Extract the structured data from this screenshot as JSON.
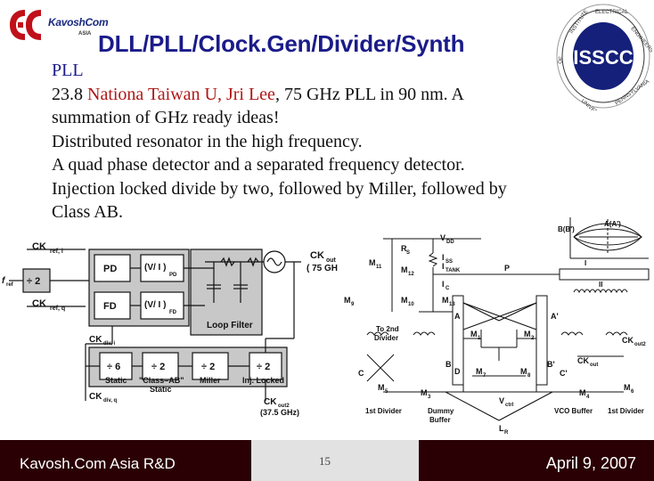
{
  "logo": {
    "name": "KavoshCom",
    "sub": "ASIA"
  },
  "title": "DLL/PLL/Clock.Gen/Divider/Synth",
  "seal": {
    "name": "ISSCC"
  },
  "body": {
    "heading": "PLL",
    "line1_ref": "23.8",
    "line1_hl": "Nationa Taiwan U, Jri Lee",
    "line1_rest": ", 75 GHz PLL in 90 nm. A",
    "line2": "summation of GHz ready ideas!",
    "line3": "Distributed resonator in the high frequency.",
    "line4": "A quad phase detector and a separated frequency detector.",
    "line5": "Injection locked divide by two, followed by Miller, followed by",
    "line6": "Class AB."
  },
  "diagram": {
    "ck_ref_i": "CK",
    "ck_ref_i_sub": "ref, i",
    "ck_ref_q": "CK",
    "ck_ref_q_sub": "ref, q",
    "f_ref": "f",
    "f_ref_sub": "ref",
    "div2_in": "÷ 2",
    "pd": "PD",
    "fd": "FD",
    "vi_pd": "(V/ I )",
    "vi_pd_sub": "PD",
    "vi_fd": "(V/ I )",
    "vi_fd_sub": "FD",
    "loop_filter": "Loop Filter",
    "ck_out": "CK",
    "ck_out_sub": "out",
    "ck_out_freq": "( 75 GH",
    "ck_div_i": "CK",
    "ck_div_i_sub": "div, i",
    "ck_div_q": "CK",
    "ck_div_q_sub": "div, q",
    "div6": "÷ 6",
    "div2_a": "÷ 2",
    "div2_b": "÷ 2",
    "div2_c": "÷ 2",
    "static": "Static",
    "class_ab": "\"Class–AB\"",
    "class_ab_static": "Static",
    "miller": "Miller",
    "inj_locked": "Inj. Locked",
    "ck_out2": "CK",
    "ck_out2_sub": "out2",
    "ck_out2_freq": "(37.5 GHz)",
    "vdd": "V",
    "vdd_sub": "DD",
    "r_s": "R",
    "r_s_sub": "S",
    "m11": "M",
    "m11_sub": "11",
    "m12": "M",
    "m12_sub": "12",
    "m9": "M",
    "m9_sub": "9",
    "m10": "M",
    "m10_sub": "10",
    "m13": "M",
    "m13_sub": "13",
    "i_ss": "I",
    "i_ss_sub": "SS",
    "i_tank": "I",
    "i_tank_sub": "TANK",
    "i_c": "I",
    "i_c_sub": "C",
    "p": "P",
    "a": "A",
    "a_prime": "A'",
    "b": "B",
    "b_prime": "B'",
    "c": "C",
    "c_prime": "C'",
    "d": "D",
    "to_2nd": "To 2nd",
    "divider": "Divider",
    "m1": "M",
    "m1_sub": "1",
    "m2": "M",
    "m2_sub": "2",
    "m7": "M",
    "m7_sub": "7",
    "m8": "M",
    "m8_sub": "8",
    "m3": "M",
    "m3_sub": "3",
    "m4": "M",
    "m4_sub": "4",
    "m5": "M",
    "m5_sub": "5",
    "m6": "M",
    "m6_sub": "6",
    "ck_out_r": "CK",
    "ck_out_r_sub": "out",
    "ck_out2_r": "CK",
    "ck_out2_r_sub": "out2",
    "v_ctrl": "V",
    "v_ctrl_sub": "ctrl",
    "l_r": "L",
    "l_r_sub": "R",
    "first_divider_l": "1st Divider",
    "dummy_buffer": "Dummy\nBuffer",
    "dummy": "Dummy",
    "buffer": "Buffer",
    "vco_buffer": "VCO Buffer",
    "first_divider_r": "1st Divider",
    "b_b": "B(B')",
    "a_a": "A(A')",
    "i_label": "I",
    "ii_label": "II"
  },
  "footer": {
    "left": "Kavosh.Com Asia R&D",
    "page": "15",
    "right": "April 9, 2007"
  },
  "colors": {
    "title": "#1b1b8a",
    "highlight": "#b01818",
    "footer_dark": "#2a0004",
    "footer_bar": "#e2e2e2",
    "logo_red": "#c0101a",
    "diagram_gray": "#c8c8c8"
  }
}
